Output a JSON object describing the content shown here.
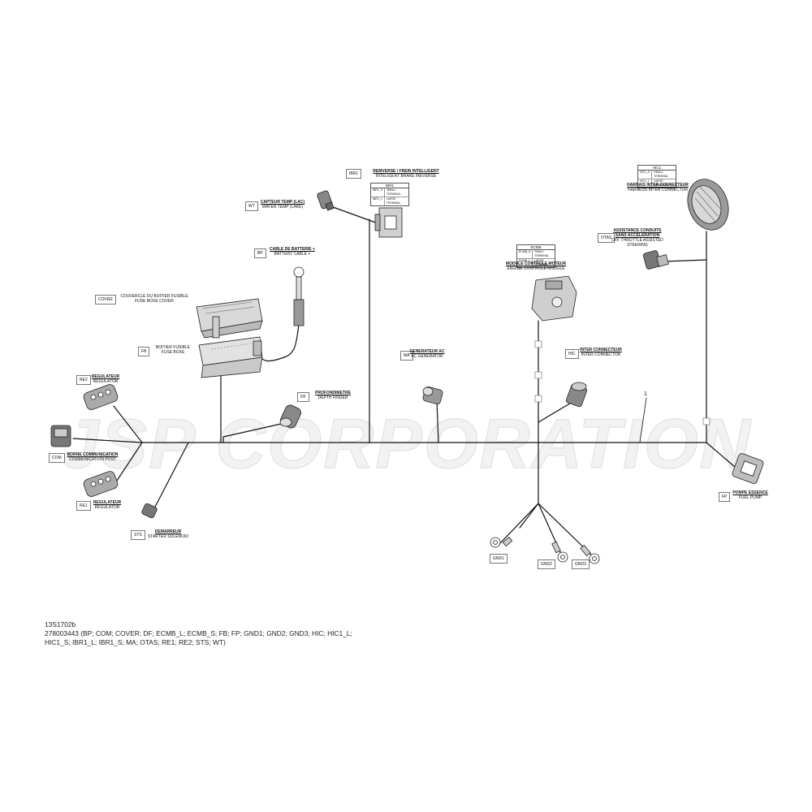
{
  "watermark": "JSP CORPORATION",
  "callout": "1",
  "footer": {
    "line1": "13S1702b",
    "line2": "278003443 (BP; COM; COVER; DF; ECMB_L; ECMB_S; FB; FP; GND1; GND2; GND3; HIC; HIC1_L;",
    "line3": "HIC1_S; IBR1_L; IBR1_S; MA; OTAS; RE1;  RE2; STS; WT)"
  },
  "components": {
    "ibr1": {
      "code": "IBR1",
      "fr": "REMVERSE / FREIN INTELLIGENT",
      "en": "INTELIGENT BRAKE /REVERSE"
    },
    "wt": {
      "code": "WT",
      "fr": "CAPTEUR TEMP (LAC)",
      "en": "WATER TEMP (LAKE)"
    },
    "bp": {
      "code": "BP",
      "fr": "CABLE DE BATTERIE +",
      "en": "BATTERY CABLE +"
    },
    "cover": {
      "code": "COVER",
      "fr": "COUVERCLE DU BOITIER FUSIBLE",
      "en": "FUSE BOXE COVER"
    },
    "fb": {
      "code": "FB",
      "fr": "BOITIER FUSIBLE",
      "en": "FUSE BOXE"
    },
    "re2": {
      "code": "RE2",
      "fr": "REGULATEUR",
      "en": "REGULATOR"
    },
    "com": {
      "code": "COM",
      "fr": "BORNE COMMUNICATION",
      "en": "COMMUNICATION POST"
    },
    "re1": {
      "code": "RE1",
      "fr": "REGULATEUR",
      "en": "REGULATOR"
    },
    "sts": {
      "code": "STS",
      "fr": "DEMARREUR",
      "en": "STARTER SOLENOID"
    },
    "df": {
      "code": "DF",
      "fr": "PROFONDIMETRE",
      "en": "DEPTH FINDER"
    },
    "ma": {
      "code": "MA",
      "fr": "GENERATEUR AC",
      "en": "AC GENERATOR"
    },
    "ecmb": {
      "code": "ECMB",
      "fr": "MODULE CONTROLE MOTEUR",
      "en": "ENGINE CONTROLE MODULE"
    },
    "hic": {
      "code": "HIC",
      "fr": "INTER CONNECTEUR",
      "en": "INTER CONNECTOR"
    },
    "hic1": {
      "code": "HIC1",
      "fr": "HARNAIS INTER CONNECTEUR",
      "en": "HARNESS INTER CONNECTOR"
    },
    "otas": {
      "code": "OTAS",
      "fr": "ASSISTANCE CONDUITE SANS ACCELERATION",
      "en": "OFF THROTTLE ASSISTED STEERING"
    },
    "fp": {
      "code": "FP",
      "fr": "POMPE ESSENCE",
      "en": "FUEL PUMP"
    },
    "gnd1": {
      "code": "GND1"
    },
    "gnd2": {
      "code": "GND2"
    },
    "gnd3": {
      "code": "GND3"
    }
  },
  "tables": {
    "ibr1": {
      "header": "IBR1",
      "rows": [
        [
          "IBR1_S",
          "SMALL TERMINAL"
        ],
        [
          "IBR1_L",
          "LARGE TERMINAL"
        ]
      ]
    },
    "ecmb": {
      "header": "ECMB",
      "rows": [
        [
          "ECMB_S",
          "SMALL TERMINAL"
        ],
        [
          "ECMB_L",
          "LARGE TERMINAL"
        ]
      ]
    },
    "hic1": {
      "header": "HIC1",
      "rows": [
        [
          "HIC1_S",
          "SMALL TERMINAL"
        ],
        [
          "HIC1_L",
          "LARGE TERMINAL"
        ]
      ]
    }
  }
}
